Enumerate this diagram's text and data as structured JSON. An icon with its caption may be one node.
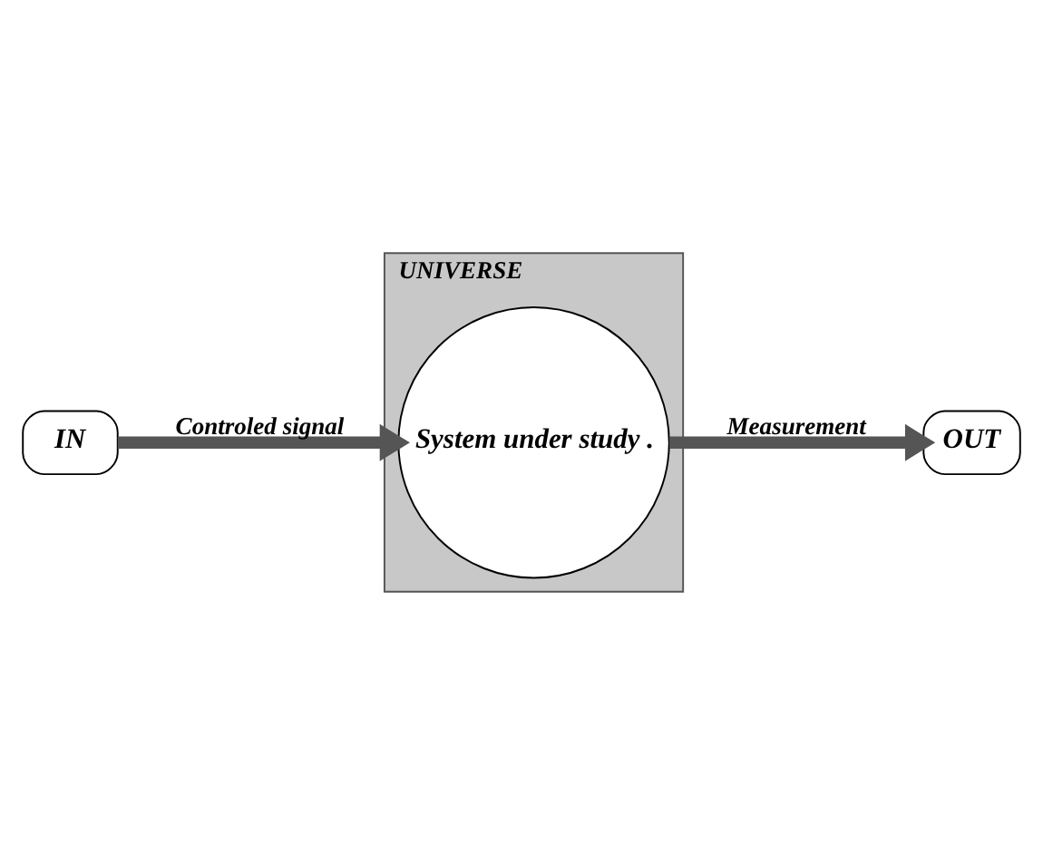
{
  "diagram": {
    "nodes": [
      {
        "text": [
          "UNIVERSE"
        ]
      },
      {
        "text": [
          "System under study ."
        ],
        "in": 0
      },
      {
        "text": [
          "IN"
        ]
      },
      {
        "text": [
          "OUT"
        ]
      }
    ],
    "edges": [
      {
        "from": 2,
        "to": 1,
        "arrow": "to",
        "label": "Controled signal"
      },
      {
        "from": 1,
        "to": 3,
        "arrow": "to",
        "label": "Measurement"
      }
    ]
  }
}
